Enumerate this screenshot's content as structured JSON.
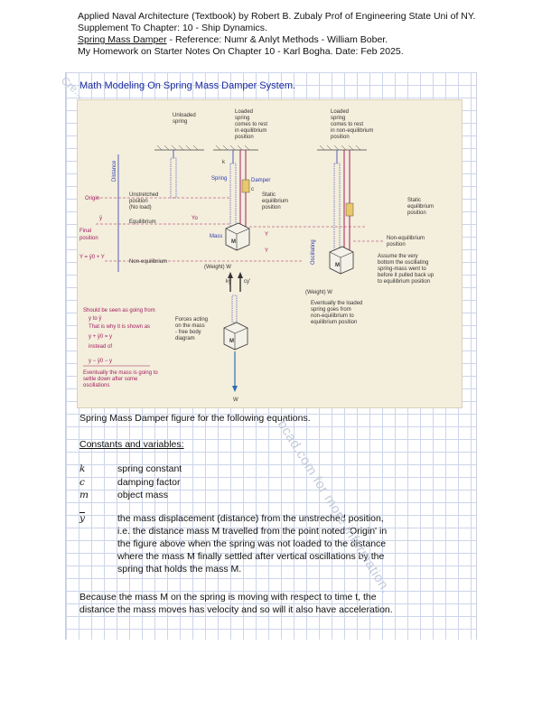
{
  "header": {
    "line1": "Applied Naval Architecture (Textbook) by Robert B. Zubaly Prof of Engineering State Uni of NY.",
    "line2": "Supplement To Chapter: 10 - Ship Dynamics.",
    "line3_underlined": "Spring Mass Damper",
    "line3_rest": " - Reference: Numr & Anlyt Methods - William Bober.",
    "line4": "My Homework on Starter Notes On Chapter 10 - Karl Bogha. Date: Feb 2025."
  },
  "section_title": "Math Modeling On Spring Mass Damper System.",
  "figure": {
    "label_unloaded": [
      "Unloaded",
      "spring"
    ],
    "label_loaded_rest": [
      "Loaded",
      "spring",
      "comes to rest",
      "in equilibrium",
      "position"
    ],
    "label_loaded_nonrest": [
      "Loaded",
      "spring",
      "comes to rest",
      "in non-equilibrium",
      "position"
    ],
    "distance": "Distance",
    "origin": "Origin",
    "unstretched": [
      "Unstretched",
      "position",
      "(No load)"
    ],
    "equilibrium": "Equilibrium",
    "final_position": [
      "Final",
      "position"
    ],
    "non_equilibrium": "Non-equilibrium",
    "spring": "Spring",
    "damper": "Damper",
    "static_eq": [
      "Static",
      "equilibrium",
      "position"
    ],
    "static_eq_right": [
      "Static",
      "equilibrium",
      "position"
    ],
    "non_eq_pos": [
      "Non-equilibrium",
      "position"
    ],
    "assume": [
      "Assume the very",
      "bottom the oscillating",
      "spring-mass went to",
      "before it pulled back up",
      "to equilibrium position"
    ],
    "mass": "Mass",
    "weight_left": "(Weight) W",
    "weight_right": "(Weight) W",
    "oscillating": "Oscillating",
    "eventually": [
      "Eventually the loaded",
      "spring goes from",
      "non-equilibrium to",
      "equilibrium position"
    ],
    "should_be": [
      "Should be seen as going from",
      "y to ȳ",
      "That is why it is shown as",
      "y + ȳ0 = y",
      "instead of"
    ],
    "formula": "y − ȳ0 − y",
    "eventually_mass": [
      "Eventually the mass is going to",
      "settle down after some",
      "oscillations"
    ],
    "forces": [
      "Forces acting",
      "on the mass",
      "- free body",
      "diagram"
    ],
    "ky": "ky",
    "cy": "cy'",
    "w": "W",
    "m": "M",
    "yo": "Yo",
    "y": "Y",
    "ybar": "ȳ",
    "eq_left": "Y = ȳ0 + Y",
    "k": "k",
    "c": "c"
  },
  "caption": "Spring Mass Damper figure for the following equations.",
  "constants_title": "Constants and variables:",
  "variables": [
    {
      "symbol": "k",
      "desc": "spring constant"
    },
    {
      "symbol": "c",
      "desc": "damping factor"
    },
    {
      "symbol": "m",
      "desc": "object mass"
    },
    {
      "symbol": "y",
      "desc": "the mass displacement (distance) from the unstreched position, i.e. the distance mass M travelled from the point noted 'Origin' in the figure above when the spring was not loaded to the distance where the mass M finally settled after vertical oscillations by the spring that holds the mass M."
    }
  ],
  "paragraph": "Because the mass M on the spring is moving with respect to time t, the distance the mass moves has velocity and so will it also have acceleration.",
  "watermark": "bcad.com for more information.",
  "watermark_corner": "Cre..."
}
